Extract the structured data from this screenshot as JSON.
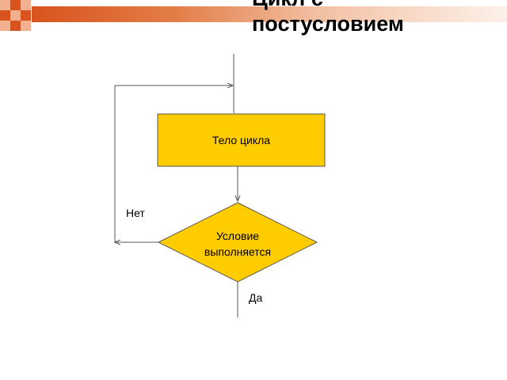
{
  "slide": {
    "title": "Цикл с\nпостусловием"
  },
  "diagram": {
    "body_label": "Тело цикла",
    "condition_label": "Условие\nвыполняется",
    "no_label": "Нет",
    "yes_label": "Да"
  },
  "colors": {
    "accent_orange": "#d9531e",
    "accent_mid": "#f0a27a",
    "node_fill": "#ffcc00",
    "node_stroke": "#555555"
  }
}
